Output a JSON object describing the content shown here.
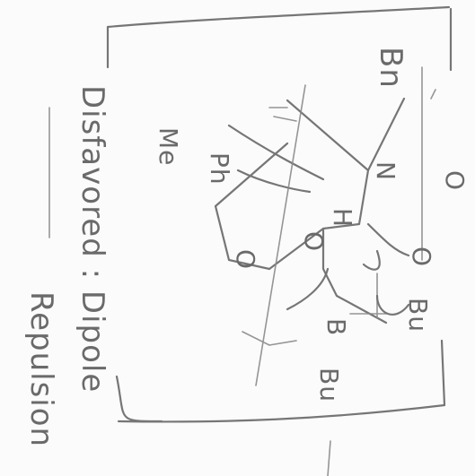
{
  "labels": {
    "title_left": "Disfavored : Dipole",
    "repulsion": "Repulsion",
    "bn": "Bn",
    "n": "N",
    "bu": "Bu",
    "b": "B",
    "bu2": "Bu",
    "o1": "O",
    "o2": "O",
    "o3": "O",
    "h": "H",
    "ph": "Ph",
    "me": "Me"
  },
  "colors": {
    "paper": "#fbfbfb",
    "pencil": "#6f6f6f"
  }
}
